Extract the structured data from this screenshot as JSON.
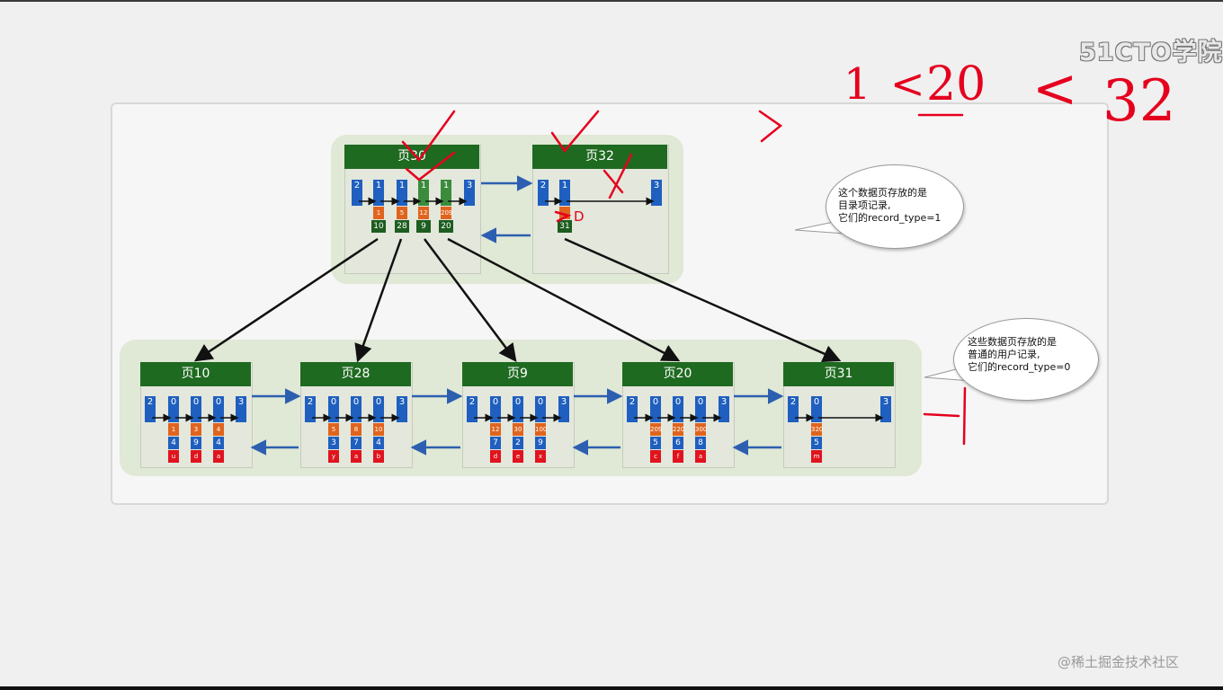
{
  "watermark_logo": "51CTO学院",
  "watermark_source": "@稀土掘金技术社区",
  "handwriting": [
    "1",
    "<",
    "20",
    "<",
    "32",
    "D"
  ],
  "colors": {
    "page_header": "#1f6a21",
    "blue": "#1f5fbf",
    "orange": "#e0641e",
    "red": "#e0141e",
    "annotation": "#e5001e"
  },
  "upper_pages": [
    {
      "title": "页30",
      "slots": [
        {
          "blue": "2"
        },
        {
          "blue": "1",
          "orange": "1",
          "key": "10"
        },
        {
          "blue": "1",
          "orange": "5",
          "key": "28"
        },
        {
          "blue": "1",
          "orange": "12",
          "key": "9",
          "tint": true
        },
        {
          "blue": "1",
          "orange": "209",
          "key": "20",
          "tint": true
        },
        {
          "blue": "3"
        }
      ]
    },
    {
      "title": "页32",
      "slots": [
        {
          "blue": "2"
        },
        {
          "blue": "1",
          "orange": "",
          "key": "31"
        },
        {
          "blue": "3"
        }
      ]
    }
  ],
  "lower_pages": [
    {
      "title": "页10",
      "slots": [
        {
          "blue": "2"
        },
        {
          "blue": "0",
          "orange": "1",
          "num": "4",
          "red": "u"
        },
        {
          "blue": "0",
          "orange": "3",
          "num": "9",
          "red": "d"
        },
        {
          "blue": "0",
          "orange": "4",
          "num": "4",
          "red": "a"
        },
        {
          "blue": "3"
        }
      ]
    },
    {
      "title": "页28",
      "slots": [
        {
          "blue": "2"
        },
        {
          "blue": "0",
          "orange": "5",
          "num": "3",
          "red": "y"
        },
        {
          "blue": "0",
          "orange": "8",
          "num": "7",
          "red": "a"
        },
        {
          "blue": "0",
          "orange": "10",
          "num": "4",
          "red": "b"
        },
        {
          "blue": "3"
        }
      ]
    },
    {
      "title": "页9",
      "slots": [
        {
          "blue": "2"
        },
        {
          "blue": "0",
          "orange": "12",
          "num": "7",
          "red": "d"
        },
        {
          "blue": "0",
          "orange": "30",
          "num": "2",
          "red": "e"
        },
        {
          "blue": "0",
          "orange": "100",
          "num": "9",
          "red": "x"
        },
        {
          "blue": "3"
        }
      ]
    },
    {
      "title": "页20",
      "slots": [
        {
          "blue": "2"
        },
        {
          "blue": "0",
          "orange": "209",
          "num": "5",
          "red": "c"
        },
        {
          "blue": "0",
          "orange": "220",
          "num": "6",
          "red": "f"
        },
        {
          "blue": "0",
          "orange": "300",
          "num": "8",
          "red": "a"
        },
        {
          "blue": "3"
        }
      ]
    },
    {
      "title": "页31",
      "slots": [
        {
          "blue": "2"
        },
        {
          "blue": "0",
          "orange": "320",
          "num": "5",
          "red": "m"
        },
        {
          "blue": "3"
        }
      ]
    }
  ],
  "callout_upper": [
    "这个数据页存放的是",
    "目录项记录,",
    "它们的record_type=1"
  ],
  "callout_lower": [
    "这些数据页存放的是",
    "普通的用户记录,",
    "它们的record_type=0"
  ]
}
